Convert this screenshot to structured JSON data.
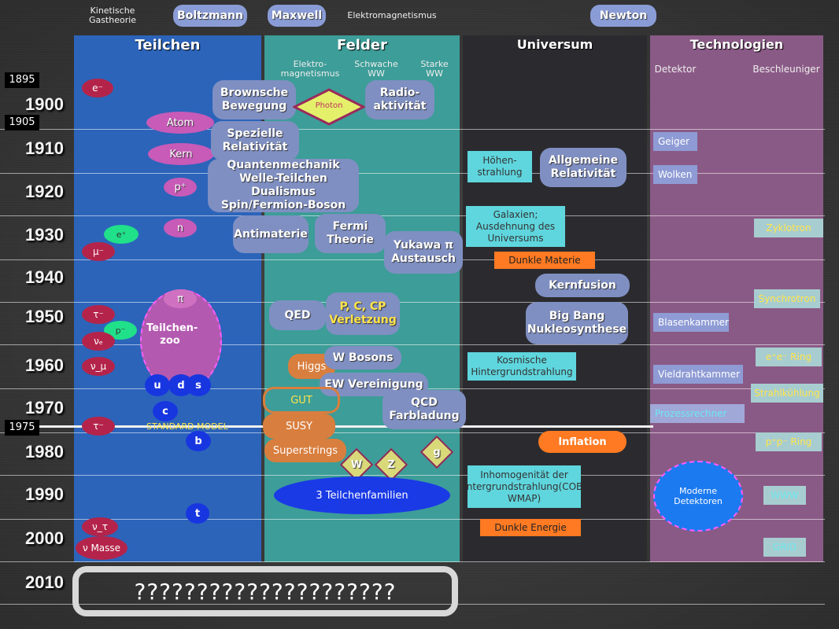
{
  "header": {
    "kinetische": "Kinetische Gastheorie",
    "boltzmann": "Boltzmann",
    "maxwell": "Maxwell",
    "elektromagnetismus": "Elektromagnetismus",
    "newton": "Newton"
  },
  "columns": {
    "teilchen": "Teilchen",
    "felder": "Felder",
    "universum": "Universum",
    "technologien": "Technologien"
  },
  "subheaders": {
    "elektro": "Elektro-magnetismus",
    "schwache": "Schwache WW",
    "starke": "Starke WW",
    "detektor": "Detektor",
    "beschleuniger": "Beschleuniger"
  },
  "years": [
    "1900",
    "1910",
    "1920",
    "1930",
    "1940",
    "1950",
    "1960",
    "1970",
    "1980",
    "1990",
    "2000",
    "2010"
  ],
  "year_tags": {
    "t1895": "1895",
    "t1905": "1905",
    "t1975": "1975"
  },
  "teilchen": {
    "e_minus": "e⁻",
    "atom": "Atom",
    "kern": "Kern",
    "p_plus": "p⁺",
    "n": "n",
    "e_plus": "e⁺",
    "mu_minus": "μ⁻",
    "pi": "π",
    "teilchenzoo": "Teilchen-zoo",
    "tau1": "τ⁻",
    "p_minus": "p⁻",
    "nu_e": "νₑ",
    "nu_mu": "ν_μ",
    "u": "u",
    "d": "d",
    "s": "s",
    "c": "c",
    "tau2": "τ⁻",
    "standard_model": "STANDARD MODEL",
    "b": "b",
    "t": "t",
    "nu_tau": "ν_τ",
    "nu_masse": "ν Masse"
  },
  "felder": {
    "brownsche": "Brownsche Bewegung",
    "photon": "Photon",
    "radio": "Radio-aktivität",
    "spezielle": "Spezielle Relativität",
    "quanten": "Quantenmechanik Welle-Teilchen Dualismus Spin/Fermion-Boson",
    "antimaterie": "Antimaterie",
    "fermi": "Fermi Theorie",
    "yukawa": "Yukawa π Austausch",
    "qed": "QED",
    "pccp": "P, C, CP Verletzung",
    "higgs": "Higgs",
    "wbosons": "W Bosons",
    "ewv": "EW Vereinigung",
    "gut": "GUT",
    "qcd": "QCD Farbladung",
    "susy": "SUSY",
    "superstrings": "Superstrings",
    "g": "g",
    "w": "W",
    "z": "Z",
    "familien": "3 Teilchenfamilien"
  },
  "universum": {
    "hoehen": "Höhen-strahlung",
    "allgemeine": "Allgemeine Relativität",
    "galaxien": "Galaxien; Ausdehnung des Universums",
    "dunkle_materie": "Dunkle Materie",
    "kernfusion": "Kernfusion",
    "bigbang": "Big Bang Nukleosynthese",
    "kosmische": "Kosmische Hintergrundstrahlung",
    "inflation": "Inflation",
    "inhomogen": "Inhomogenität der Hintergrundstrahlung(COBE, WMAP)",
    "dunkle_energie": "Dunkle Energie"
  },
  "technologien": {
    "geiger": "Geiger",
    "wolken": "Wolken",
    "zyklotron": "Zyklotron",
    "synchrotron": "Synchrotron",
    "blasenkammer": "Blasenkammer",
    "ee_ring": "e⁺e⁻ Ring",
    "vieldraht": "Vieldrahtkammer",
    "strahlkuehlung": "Strahlkühlung",
    "prozessrechner": "Prozessrechner",
    "pp_ring": "p⁺p⁻ Ring",
    "moderne": "Moderne Detektoren",
    "www": "WWW",
    "grid": "GRID"
  },
  "question": "?????????????????????",
  "colors": {
    "teilchen": "#2a62b8",
    "felder": "#3c9f98",
    "universum": "#2a2a2e",
    "technologien": "#8a5b86"
  }
}
